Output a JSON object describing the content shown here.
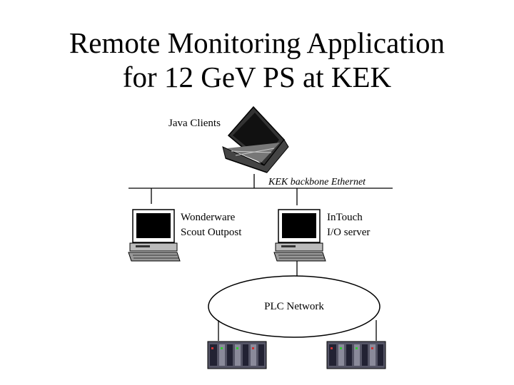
{
  "slide": {
    "title_line1": "Remote Monitoring Application",
    "title_line2": "for 12 GeV PS at KEK"
  },
  "diagram": {
    "java_clients_label": "Java Clients",
    "backbone_label": "KEK backbone Ethernet",
    "wonderware_line1": "Wonderware",
    "wonderware_line2": "Scout Outpost",
    "intouch_line1": "InTouch",
    "intouch_line2": "I/O server",
    "plc_network_label": "PLC Network"
  },
  "icons": [
    "laptop-icon",
    "desktop-computer-icon",
    "plc-rack-icon"
  ]
}
